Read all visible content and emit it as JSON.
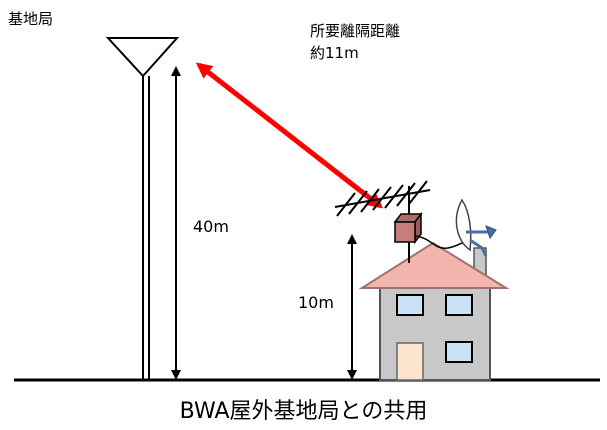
{
  "labels": {
    "base_station": "基地局",
    "separation_title": "所要離隔距離",
    "separation_value": "約11m",
    "tower_height": "40m",
    "house_height": "10m",
    "caption": "BWA屋外基地局との共用"
  },
  "colors": {
    "line": "#000000",
    "separation_arrow": "#ff0000",
    "roof": "#f2b6ae",
    "roof_stroke": "#b07a74",
    "wall": "#c8c8c8",
    "window": "#c9e2f5",
    "door": "#fbe3cc",
    "booster_box": "#c87d7d",
    "dish_mount": "#4a6fa5"
  }
}
